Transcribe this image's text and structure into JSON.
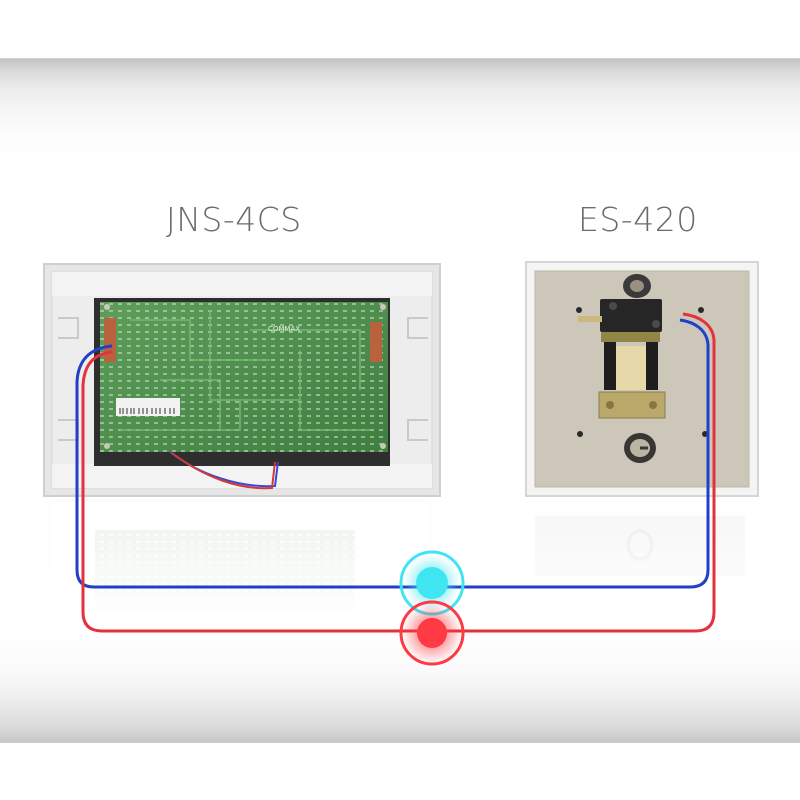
{
  "devices": {
    "left": {
      "name": "JNS-4CS",
      "type": "intercom-circuit-board-unit"
    },
    "right": {
      "name": "ES-420",
      "type": "exit-switch-door-lock"
    }
  },
  "wiring": {
    "blue_color": "#2140c9",
    "red_color": "#e3323c",
    "blue_node_color": "#3fe6f2",
    "red_node_color": "#ff3a44"
  },
  "board": {
    "brand_label": "COMMAX"
  }
}
